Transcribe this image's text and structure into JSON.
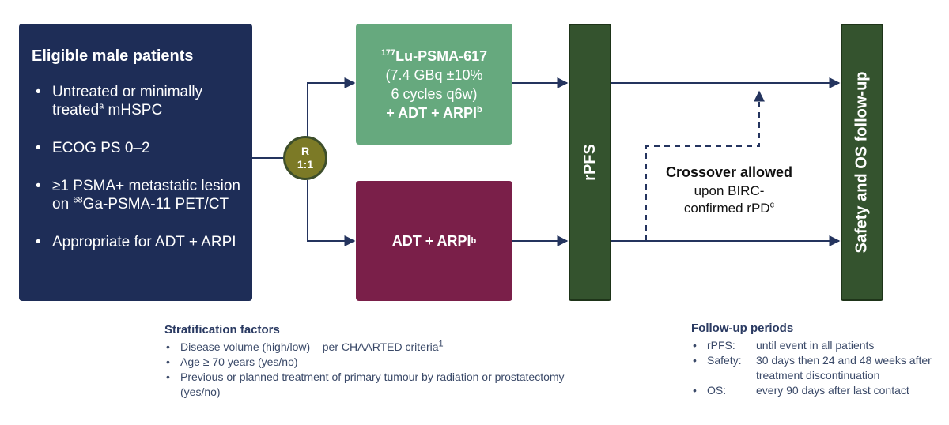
{
  "eligibility": {
    "title": "Eligible male patients",
    "bullet": "•",
    "items": [
      {
        "text": "Untreated or minimally treated",
        "sup": "a",
        "text_after": " mHSPC"
      },
      {
        "text": "ECOG PS 0–2"
      },
      {
        "text": "≥1 PSMA+ metastatic lesion on ",
        "sup": "68",
        "text_after": "Ga-PSMA-11 PET/CT"
      },
      {
        "text": "Appropriate for ADT + ARPI"
      }
    ]
  },
  "randomization": {
    "line1": "R",
    "line2": "1:1"
  },
  "arm_experimental": {
    "isotope_sup": "177",
    "drug": "Lu-PSMA-617",
    "dose": "(7.4 GBq ±10%",
    "schedule": "6 cycles q6w)",
    "combo": "+ ADT + ARPI",
    "combo_sup": "b"
  },
  "arm_control": {
    "label": "ADT + ARPI",
    "sup": "b"
  },
  "bar_rpfs": {
    "label": "rPFS"
  },
  "bar_followup": {
    "label": "Safety and OS follow-up"
  },
  "crossover": {
    "title": "Crossover allowed",
    "line1": "upon BIRC-",
    "line2": "confirmed rPD",
    "sup": "c"
  },
  "stratification": {
    "title": "Stratification factors",
    "bullet": "•",
    "items": [
      {
        "text": "Disease volume (high/low) – per CHAARTED criteria",
        "sup": "1"
      },
      {
        "text": "Age ≥ 70 years (yes/no)"
      },
      {
        "text": "Previous or planned treatment of primary tumour by radiation or prostatectomy (yes/no)"
      }
    ]
  },
  "followup": {
    "title": "Follow-up periods",
    "bullet": "•",
    "items": [
      {
        "key": "rPFS:",
        "value": "until event in all patients"
      },
      {
        "key": "Safety:",
        "value": "30 days then 24 and 48 weeks after treatment discontinuation"
      },
      {
        "key": "OS:",
        "value": "every 90 days after last contact"
      }
    ]
  },
  "colors": {
    "navy": "#1e2d57",
    "green_arm": "#66a97e",
    "maroon_arm": "#7a1f49",
    "dark_green_bar": "#34532e",
    "olive_circle": "#7c7a26",
    "line": "#24345e"
  }
}
